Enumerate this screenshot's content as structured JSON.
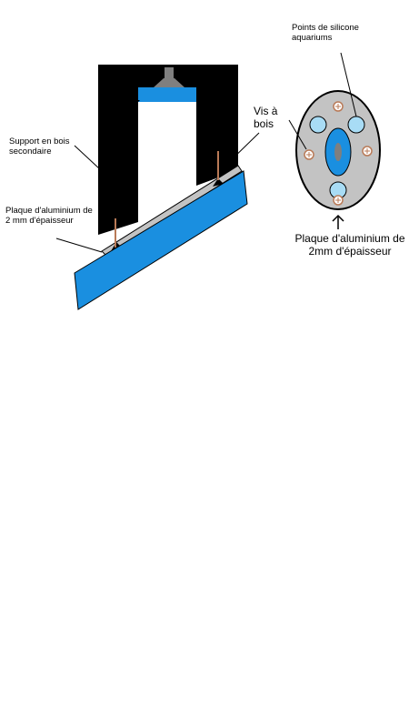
{
  "labels": {
    "support": "Support en bois secondaire",
    "plaque_left": "Plaque d'aluminium de 2 mm d'épaisseur",
    "vis": "Vis à bois",
    "points": "Points de silicone aquariums",
    "plaque_right": "Plaque d'aluminium de 2mm d'épaisseur"
  },
  "colors": {
    "black": "#000000",
    "blue": "#1a8fe0",
    "light_blue": "#a8dcf5",
    "gray": "#c3c3c3",
    "dark_gray": "#7f7f7f",
    "screw": "#b97a57"
  }
}
